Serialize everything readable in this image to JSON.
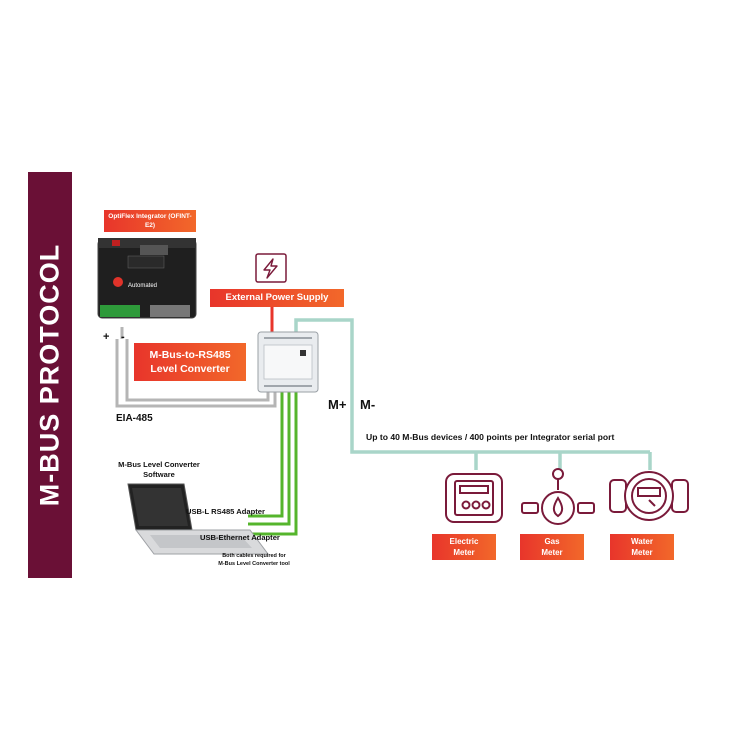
{
  "banner": {
    "title": "M-BUS PROTOCOL"
  },
  "integrator": {
    "label": "OptiFlex Integrator (OFINT-E2)",
    "brand": "Automated"
  },
  "power_supply": {
    "label": "External Power Supply"
  },
  "converter": {
    "label_line1": "M-Bus-to-RS485",
    "label_line2": "Level Converter"
  },
  "wires": {
    "eia": "EIA-485",
    "plus": "+",
    "minus": "-",
    "m_plus": "M+",
    "m_minus": "M-",
    "capacity": "Up to 40 M-Bus devices / 400 points per Integrator serial port"
  },
  "laptop": {
    "software_line1": "M-Bus Level Converter",
    "software_line2": "Software",
    "usb_rs485": "USB-L RS485 Adapter",
    "usb_ethernet": "USB-Ethernet Adapter",
    "note_line1": "Both cables required for",
    "note_line2": "M-Bus Level Converter tool"
  },
  "meters": [
    {
      "line1": "Electric",
      "line2": "Meter",
      "icon": "electric-meter-icon"
    },
    {
      "line1": "Gas",
      "line2": "Meter",
      "icon": "gas-meter-icon"
    },
    {
      "line1": "Water",
      "line2": "Meter",
      "icon": "water-meter-icon"
    }
  ],
  "colors": {
    "banner": "#6a1036",
    "accent_red": "#e8352b",
    "accent_orange": "#f2682a",
    "mbus_wire": "#a9d5c9",
    "usb_wire": "#55b52c",
    "eia_wire": "#b5b5b5",
    "icon_stroke": "#7a1a3a"
  }
}
